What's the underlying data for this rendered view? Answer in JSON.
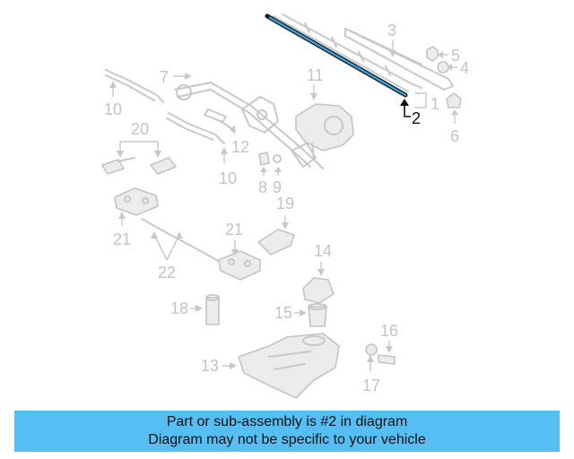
{
  "diagram": {
    "callouts": {
      "c1": "1",
      "c2": "2",
      "c3": "3",
      "c4": "4",
      "c5": "5",
      "c6": "6",
      "c7": "7",
      "c8": "8",
      "c9": "9",
      "c10a": "10",
      "c10b": "10",
      "c11": "11",
      "c12": "12",
      "c13": "13",
      "c14": "14",
      "c15": "15",
      "c16": "16",
      "c17": "17",
      "c18": "18",
      "c19": "19",
      "c20": "20",
      "c21a": "21",
      "c21b": "21",
      "c22": "22"
    },
    "highlighted_part": "2",
    "colors": {
      "highlight_stroke": "#1e90ff",
      "muted_gray": "#c8c8c8",
      "footer_bg": "#55bff3"
    }
  },
  "footer": {
    "line1": "Part or sub-assembly is #2 in diagram",
    "line2": "Diagram may not be specific to your vehicle"
  }
}
